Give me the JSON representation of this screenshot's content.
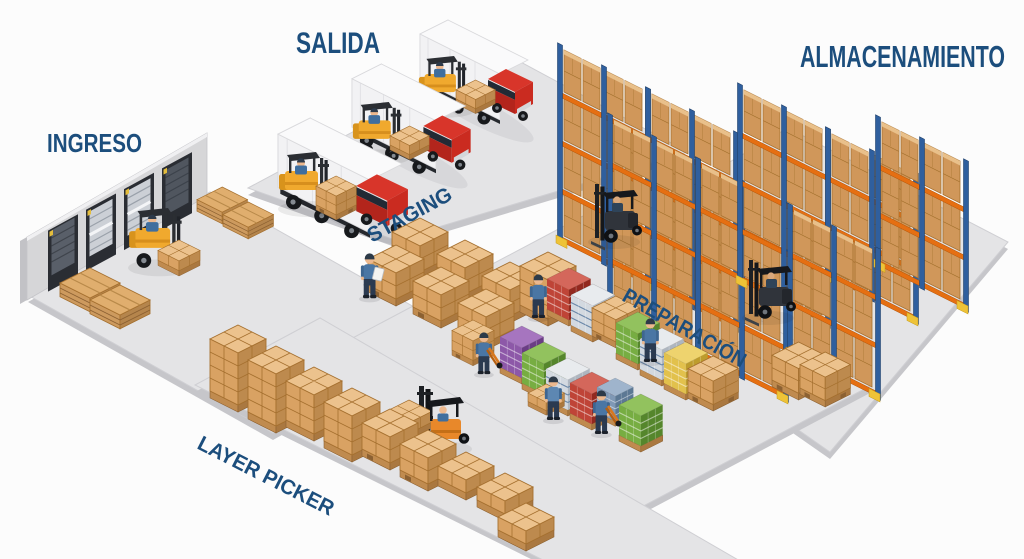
{
  "illustration_title": "Warehouse process flow (isometric)",
  "background_color": "#fcfcfc",
  "label_color": "#1c4e7d",
  "labels": {
    "ingreso": "INGRESO",
    "salida": "SALIDA",
    "staging": "STAGING",
    "almacenamiento": "ALMACENAMIENTO",
    "preparacion": "PREPARACIÓN",
    "layer_picker": "LAYER PICKER"
  },
  "zones": [
    {
      "id": "ingreso",
      "label": "INGRESO",
      "elements": [
        "dock-wall",
        "dock-door x4",
        "forklift-icon",
        "pallet-stack x4"
      ]
    },
    {
      "id": "salida",
      "label": "SALIDA",
      "elements": [
        "truck-icon x3",
        "forklift-icon x3",
        "pallet-stack x3"
      ]
    },
    {
      "id": "staging",
      "label": "STAGING",
      "elements": [
        "pallet-stack x6",
        "worker-clipboard-icon"
      ]
    },
    {
      "id": "almacenamiento",
      "label": "ALMACENAMIENTO",
      "elements": [
        "pallet-rack x8",
        "forklift-icon x2"
      ]
    },
    {
      "id": "preparacion",
      "label": "PREPARACIÓN",
      "elements": [
        "product-pallet x12",
        "box-pallet x6",
        "worker-icon x6",
        "hand-truck-icon x2"
      ]
    },
    {
      "id": "layer_picker",
      "label": "LAYER PICKER",
      "elements": [
        "descending-pallet-row x9",
        "layer-picker-machine-icon"
      ]
    }
  ],
  "palette": {
    "floor": "#e4e4e6",
    "floor_edge": "#c3c3c7",
    "wall": "#d6d6d8",
    "dock_door": "#2a2d33",
    "box_top": "#ecc28d",
    "box_left": "#d9a263",
    "box_right": "#bd8a4e",
    "pallet_wood": "#c08b4f",
    "rack_post_blue": "#2f5f9e",
    "rack_beam_orange": "#e56f12",
    "rack_guard_yellow": "#eec337",
    "truck_red": "#ca2b20",
    "trailer_white": "#f2f2f4",
    "forklift_yellow": "#f0a92e",
    "machine_orange": "#e8882a",
    "worker_shirt_blue": "#4a76a4",
    "worker_pants_navy": "#2b3a50",
    "product_red": "#bf4437",
    "product_silver": "#d3d9e0",
    "product_purple": "#8d58a8",
    "product_green": "#77ad42",
    "product_yellow": "#e2c14c"
  }
}
